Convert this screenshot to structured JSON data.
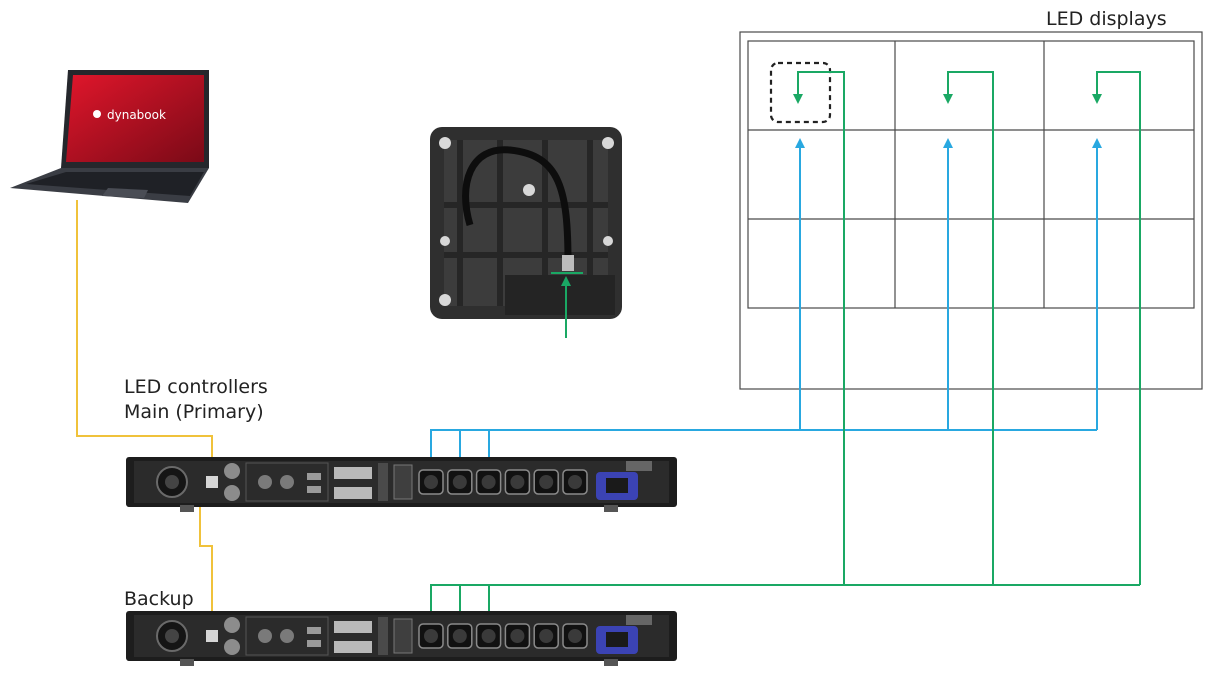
{
  "labels": {
    "led_displays": "LED displays",
    "controllers_line1": "LED controllers",
    "controllers_line2": "Main (Primary)",
    "backup": "Backup"
  },
  "laptop": {
    "brand": "dynabook"
  },
  "display_grid": {
    "rows": 3,
    "columns": 3
  },
  "colors": {
    "main_cable": "#29a8e0",
    "backup_cable": "#1aa864",
    "pc_cable": "#f0c23b",
    "grid_line": "#4a4a4a",
    "device_body": "#1d1d1d",
    "port": "#3a3a3a",
    "power_inlet": "#3b43b4"
  },
  "icons": [
    "laptop-icon",
    "cabinet-back-photo",
    "led-controller-icon",
    "power-inlet-icon"
  ]
}
